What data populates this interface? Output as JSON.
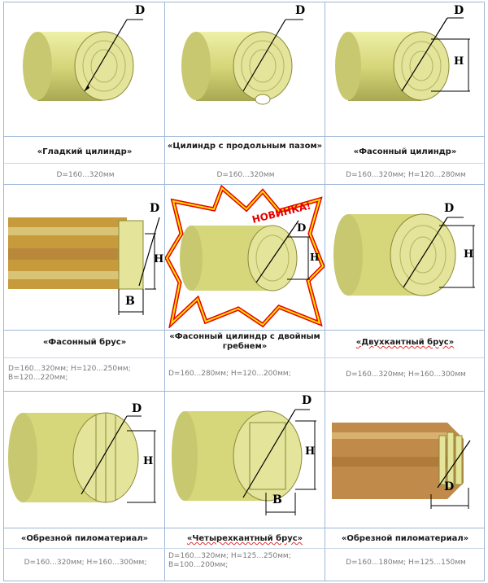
{
  "items": [
    {
      "title": "«Гладкий цилиндр»",
      "spec": "D=160...320мм",
      "labels": [
        "D"
      ]
    },
    {
      "title": "«Цилиндр с продольным пазом»",
      "spec": "D=160...320мм",
      "labels": [
        "D"
      ]
    },
    {
      "title": "«Фасонный цилиндр»",
      "spec": "D=160...320мм; H=120...280мм",
      "labels": [
        "D",
        "H"
      ]
    },
    {
      "title": "«Фасонный брус»",
      "spec": "D=160...320мм; H=120...250мм; B=120...220мм;",
      "labels": [
        "D",
        "H",
        "B"
      ]
    },
    {
      "title": "«Фасонный цилиндр с двойным гребнем»",
      "spec": "D=160...280мм; H=120...200мм;",
      "labels": [
        "D",
        "H"
      ],
      "badge": "НОВИНКА!"
    },
    {
      "title": "«Двухкантный брус»",
      "spec": "D=160...320мм; H=160...300мм",
      "labels": [
        "D",
        "H"
      ]
    },
    {
      "title": "«Обрезной пиломатериал»",
      "spec": "D=160...320мм; H=160...300мм;",
      "labels": [
        "D",
        "H"
      ]
    },
    {
      "title": "«Четырехкантный брус»",
      "spec": "D=160...320мм; H=125...250мм; B=100...200мм;",
      "labels": [
        "D",
        "H",
        "B"
      ]
    },
    {
      "title": "«Обрезной пиломатериал»",
      "spec": "D=160...180мм; H=125...150мм",
      "labels": [
        "D"
      ]
    }
  ],
  "colors": {
    "grid": "#9fb8d6",
    "wood": "#d8d97a",
    "wood_dark": "#a8a84a",
    "badge_red": "#e60000",
    "badge_yellow": "#ffe000"
  }
}
